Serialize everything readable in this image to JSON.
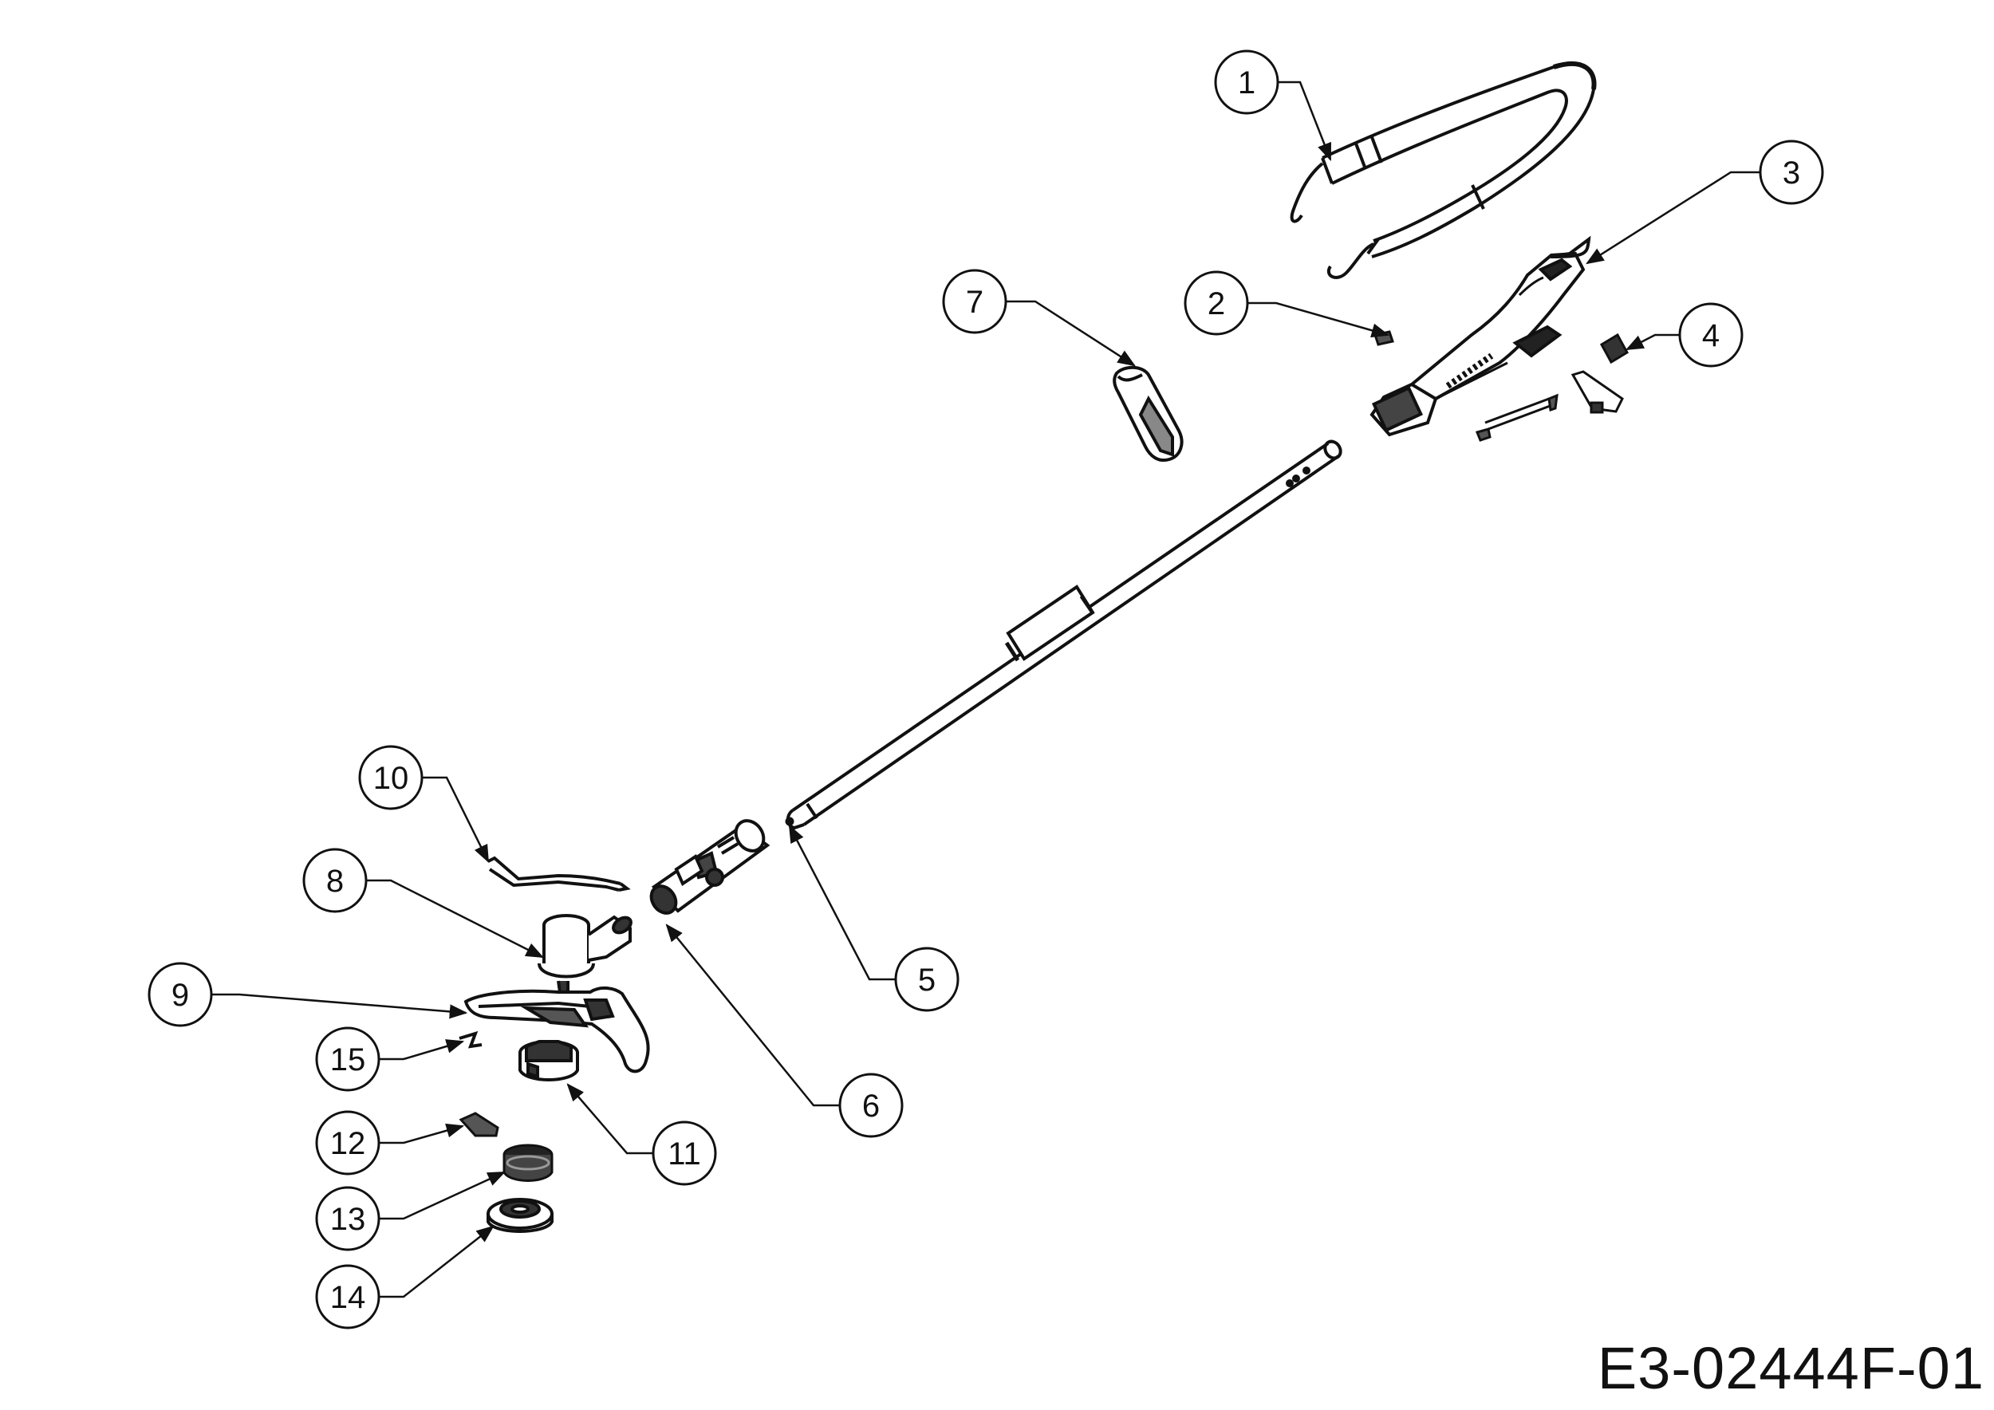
{
  "drawing_number": "E3-02444F-01",
  "callouts": [
    {
      "number": "1",
      "part": "shoulder-strap"
    },
    {
      "number": "2",
      "part": "clip"
    },
    {
      "number": "3",
      "part": "motor-housing-handle"
    },
    {
      "number": "4",
      "part": "switch"
    },
    {
      "number": "5",
      "part": "pin"
    },
    {
      "number": "6",
      "part": "shaft-coupler"
    },
    {
      "number": "7",
      "part": "auxiliary-handle"
    },
    {
      "number": "8",
      "part": "trimmer-head-housing"
    },
    {
      "number": "9",
      "part": "guard"
    },
    {
      "number": "10",
      "part": "wire-guide"
    },
    {
      "number": "11",
      "part": "spool-housing"
    },
    {
      "number": "12",
      "part": "line-cutter"
    },
    {
      "number": "13",
      "part": "spool"
    },
    {
      "number": "14",
      "part": "spool-cap"
    },
    {
      "number": "15",
      "part": "spring-clip"
    }
  ]
}
